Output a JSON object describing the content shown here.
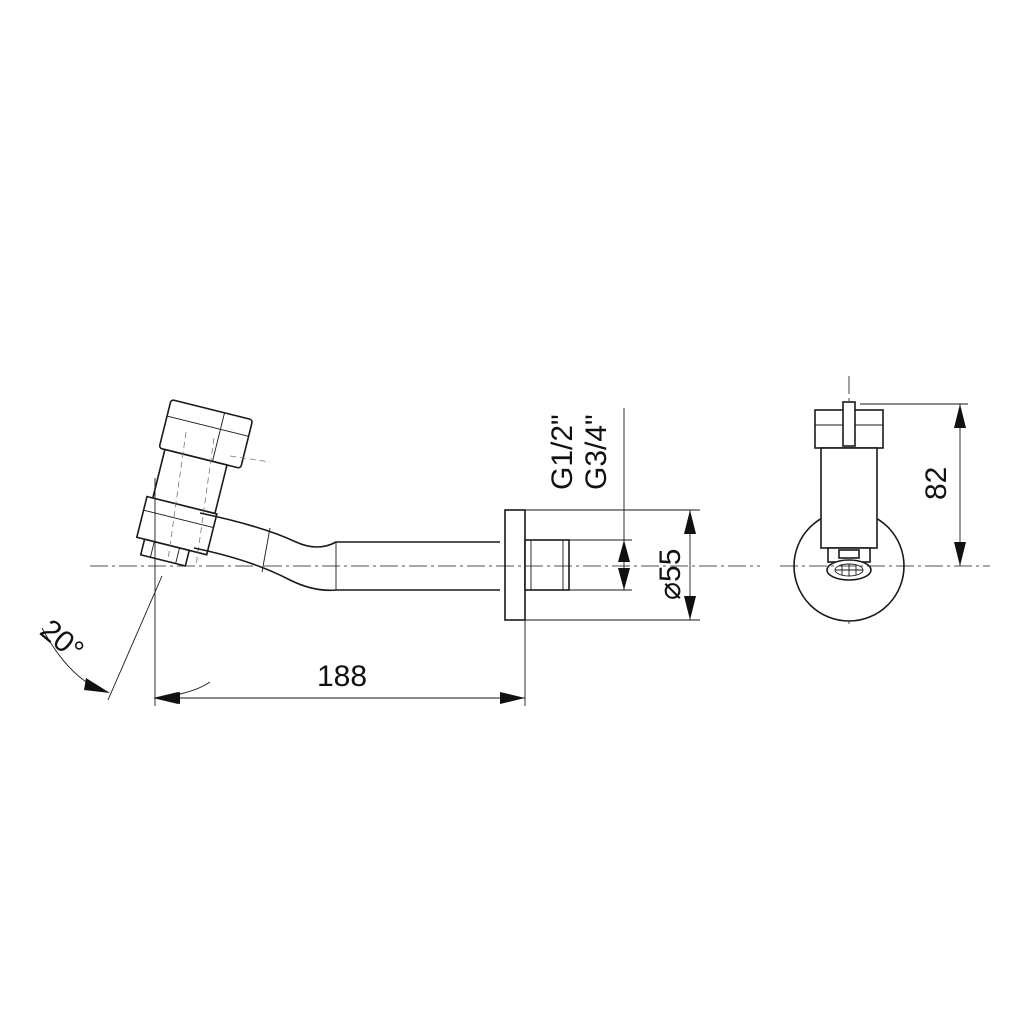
{
  "dimensions": {
    "angle": "20°",
    "length": "188",
    "thread_inner": "G1/2\"",
    "thread_outer": "G3/4\"",
    "rosette_diameter": "⌀55",
    "height": "82"
  }
}
